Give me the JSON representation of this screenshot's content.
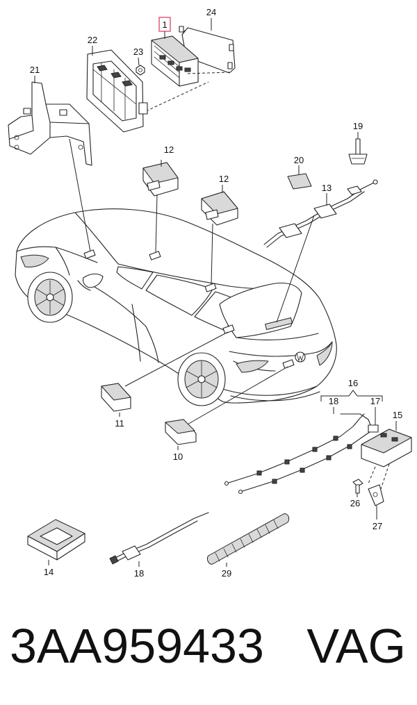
{
  "diagram": {
    "callouts": [
      "1",
      "24",
      "22",
      "23",
      "21",
      "19",
      "12",
      "12",
      "20",
      "13",
      "11",
      "10",
      "16",
      "18",
      "17",
      "15",
      "26",
      "27",
      "14",
      "18",
      "29"
    ],
    "highlight_color": "#e05a7a"
  },
  "footer": {
    "part_number": "3AA959433",
    "brand": "VAG"
  }
}
